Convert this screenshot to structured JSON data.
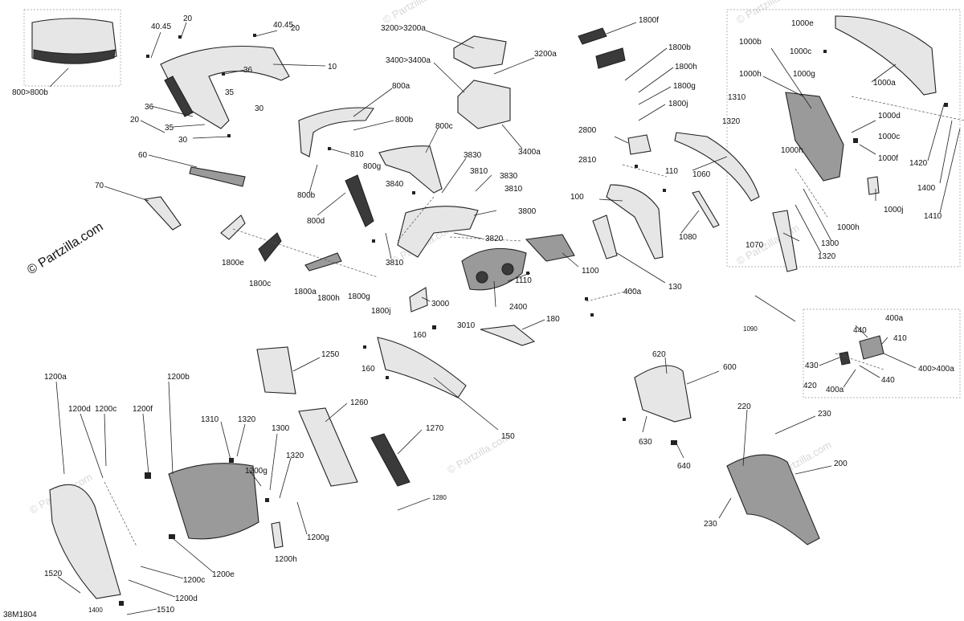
{
  "watermark": "© Partzilla.com",
  "diagram_code": "38M1804",
  "labels": {
    "l800b": "800>800b",
    "l40_45a": "40.45",
    "l20a": "20",
    "l40_45b": "40.45",
    "l20b": "20",
    "l10": "10",
    "l36a": "36",
    "l35a": "35",
    "l30a": "30",
    "l36b": "36",
    "l20c": "20",
    "l35b": "35",
    "l30b": "30",
    "l60": "60",
    "l70": "70",
    "l3200": "3200>3200a",
    "l3400": "3400>3400a",
    "l3200a": "3200a",
    "l800a": "800a",
    "l800b2": "800b",
    "l800c": "800c",
    "l810": "810",
    "l800g": "800g",
    "l800b3": "800b",
    "l800d": "800d",
    "l3400a": "3400a",
    "l3830a": "3830",
    "l3810a": "3810",
    "l3830b": "3830",
    "l3840": "3840",
    "l3810b": "3810",
    "l3800": "3800",
    "l3820": "3820",
    "l3810c": "3810",
    "l1800e": "1800e",
    "l1800c": "1800c",
    "l1800a": "1800a",
    "l1800h": "1800h",
    "l1800g": "1800g",
    "l1800j": "1800j",
    "l1110": "1110",
    "l2400": "2400",
    "l1100": "1100",
    "l3000": "3000",
    "l3010": "3010",
    "l160a": "160",
    "l160b": "160",
    "l180": "180",
    "l150": "150",
    "l1800f": "1800f",
    "l1800b": "1800b",
    "l1800h2": "1800h",
    "l1800g2": "1800g",
    "l1800j2": "1800j",
    "l2800": "2800",
    "l2810": "2810",
    "l110": "110",
    "l100": "100",
    "l130": "130",
    "l400a": "400a",
    "l1060": "1060",
    "l1080": "1080",
    "l1000e": "1000e",
    "l1000b": "1000b",
    "l1000c": "1000c",
    "l1000g": "1000g",
    "l1000a": "1000a",
    "l1000h": "1000h",
    "l1310": "1310",
    "l1320": "1320",
    "l1000d": "1000d",
    "l1000c2": "1000c",
    "l1000f": "1000f",
    "l1000h2": "1000h",
    "l1420": "1420",
    "l1400": "1400",
    "l1410": "1410",
    "l1000j": "1000j",
    "l1000h3": "1000h",
    "l1300": "1300",
    "l1070": "1070",
    "l1320b": "1320",
    "l1090": "1090",
    "l400a2": "400a",
    "l440a": "440",
    "l410": "410",
    "l430": "430",
    "l420": "420",
    "l440b": "440",
    "l400_400a": "400>400a",
    "l400a3": "400a",
    "l620": "620",
    "l600": "600",
    "l630": "630",
    "l640": "640",
    "l220": "220",
    "l230a": "230",
    "l200": "200",
    "l230b": "230",
    "l1250": "1250",
    "l1260": "1260",
    "l1270": "1270",
    "l1280": "1280",
    "l1200a": "1200a",
    "l1200b": "1200b",
    "l1200d": "1200d",
    "l1200c": "1200c",
    "l1200f": "1200f",
    "l1310b": "1310",
    "l1320c": "1320",
    "l1200g": "1200g",
    "l1300b": "1300",
    "l1320d": "1320",
    "l1200g2": "1200g",
    "l1200h": "1200h",
    "l1200e": "1200e",
    "l1200c2": "1200c",
    "l1200d2": "1200d",
    "l1520": "1520",
    "l1400b": "1400",
    "l1510": "1510"
  }
}
